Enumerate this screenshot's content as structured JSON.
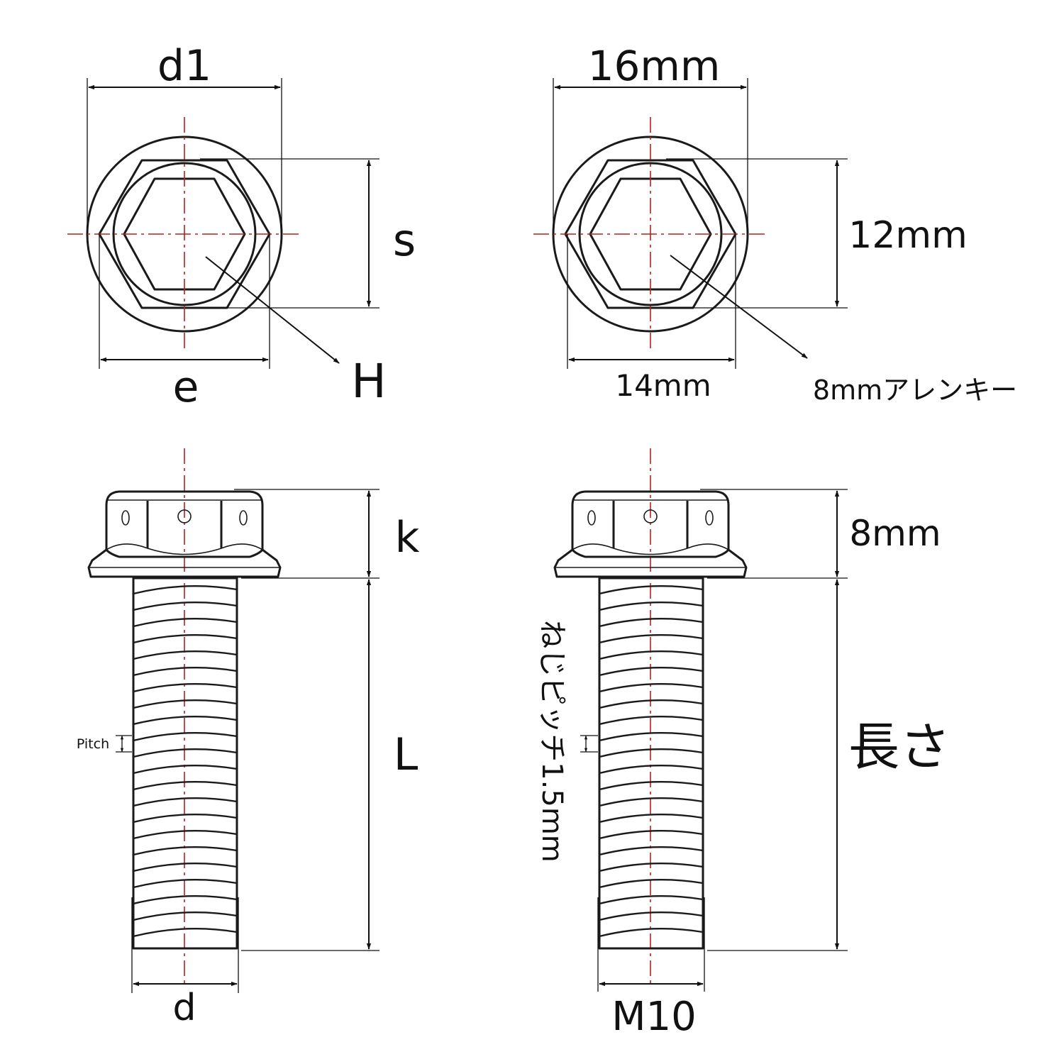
{
  "colors": {
    "line": "#1a1a1a",
    "centerline": "#b22222",
    "background": "#ffffff"
  },
  "generic": {
    "head_diameter": "d1",
    "across_flats": "s",
    "across_corners": "e",
    "socket": "H",
    "head_height": "k",
    "length": "L",
    "pitch": "Pitch",
    "thread_diameter": "d"
  },
  "spec": {
    "head_diameter": "16mm",
    "across_flats": "12mm",
    "across_corners": "14mm",
    "socket": "8mmアレンキー",
    "head_height": "8mm",
    "length": "長さ",
    "pitch": "ねじピッチ1.5mm",
    "thread_diameter": "M10"
  }
}
